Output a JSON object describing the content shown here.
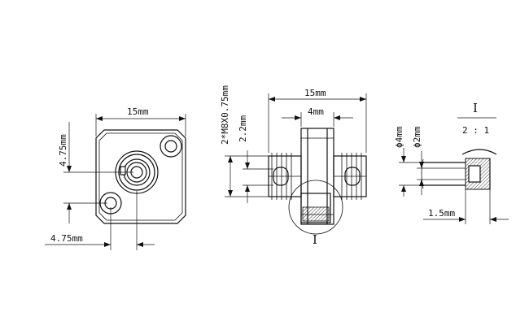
{
  "front_view": {
    "width_label": "15mm",
    "vertical_offset_label": "4.75mm",
    "horizontal_offset_label": "4.75mm"
  },
  "side_view": {
    "overall_length_label": "15mm",
    "flange_label": "4mm",
    "thread_label": "2*M8X0.75mm",
    "height_label": "2.2mm",
    "detail_marker": "I"
  },
  "detail_view": {
    "title": "I",
    "scale": "2 : 1",
    "outer_diameter_label": "ϕ4mm",
    "inner_diameter_label": "ϕ2mm",
    "length_label": "1.5mm"
  }
}
